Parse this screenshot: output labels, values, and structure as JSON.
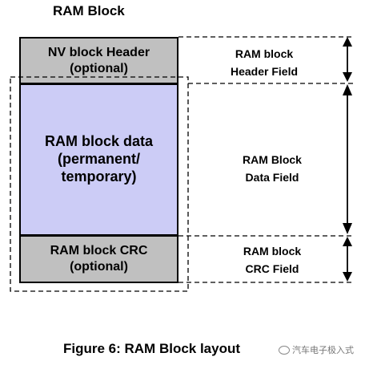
{
  "title": "RAM Block",
  "blocks": {
    "header": {
      "line1": "NV block Header",
      "line2": "(optional)"
    },
    "data": {
      "line1": "RAM block data",
      "line2": "(permanent/",
      "line3": "temporary)"
    },
    "crc": {
      "line1": "RAM block CRC",
      "line2": "(optional)"
    }
  },
  "fields": {
    "header": {
      "line1": "RAM block",
      "line2": "Header Field"
    },
    "data": {
      "line1": "RAM Block",
      "line2": "Data Field"
    },
    "crc": {
      "line1": "RAM block",
      "line2": "CRC Field"
    }
  },
  "caption": "Figure 6: RAM Block layout",
  "watermark": "汽车电子极入式",
  "colors": {
    "header_fill": "#c0c0c0",
    "data_fill": "#ccccf6",
    "crc_fill": "#c0c0c0"
  }
}
